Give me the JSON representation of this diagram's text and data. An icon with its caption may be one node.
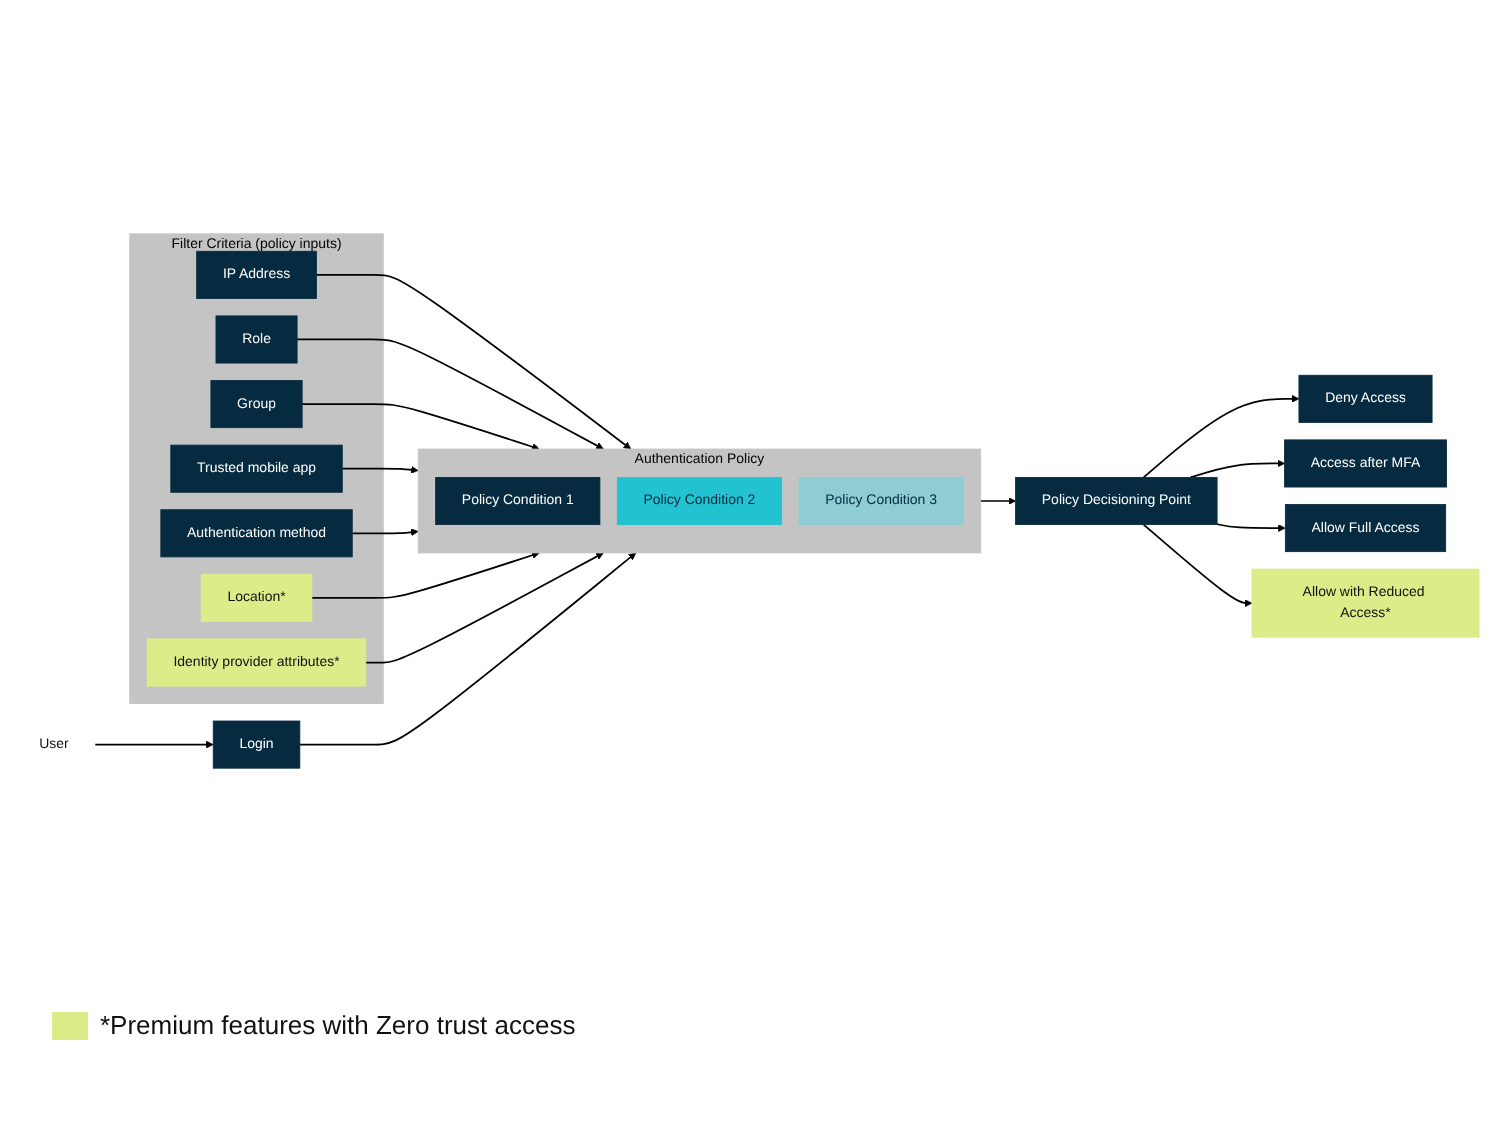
{
  "diagram": {
    "nodes": [
      {
        "text": [
          "Filter Criteria (policy inputs)"
        ]
      },
      {
        "text": [
          "IP Address"
        ],
        "in": 0
      },
      {
        "text": [
          "Role"
        ],
        "in": 0
      },
      {
        "text": [
          "Group"
        ],
        "in": 0
      },
      {
        "text": [
          "Trusted mobile app"
        ],
        "in": 0
      },
      {
        "text": [
          "Authentication method"
        ],
        "in": 0
      },
      {
        "text": [
          "Location*"
        ],
        "in": 0
      },
      {
        "text": [
          "Identity provider attributes*"
        ],
        "in": 0
      },
      {
        "text": [
          "Authentication Policy"
        ]
      },
      {
        "text": [
          "Policy Condition 1"
        ],
        "in": 8
      },
      {
        "text": [
          "Policy Condition 2"
        ],
        "in": 8
      },
      {
        "text": [
          "Policy Condition 3"
        ],
        "in": 8
      },
      {
        "text": [
          "User"
        ]
      },
      {
        "text": [
          "Login"
        ]
      },
      {
        "text": [
          "Policy Decisioning Point"
        ]
      },
      {
        "text": [
          "Deny Access"
        ]
      },
      {
        "text": [
          "Access after MFA"
        ]
      },
      {
        "text": [
          "Allow Full Access"
        ]
      },
      {
        "text": [
          "Allow with Reduced Access*"
        ]
      }
    ],
    "edges": [
      {
        "from": 1,
        "to": 8,
        "arrow": "to"
      },
      {
        "from": 2,
        "to": 8,
        "arrow": "to"
      },
      {
        "from": 3,
        "to": 8,
        "arrow": "to"
      },
      {
        "from": 4,
        "to": 8,
        "arrow": "to"
      },
      {
        "from": 5,
        "to": 8,
        "arrow": "to"
      },
      {
        "from": 6,
        "to": 8,
        "arrow": "to"
      },
      {
        "from": 7,
        "to": 8,
        "arrow": "to"
      },
      {
        "from": 12,
        "to": 13,
        "arrow": "to"
      },
      {
        "from": 13,
        "to": 8,
        "arrow": "to"
      },
      {
        "from": 8,
        "to": 14,
        "arrow": "to"
      },
      {
        "from": 14,
        "to": 15,
        "arrow": "to"
      },
      {
        "from": 14,
        "to": 16,
        "arrow": "to"
      },
      {
        "from": 14,
        "to": 17,
        "arrow": "to"
      },
      {
        "from": 14,
        "to": 18,
        "arrow": "to"
      }
    ],
    "legend": [
      {
        "text": "*Premium features with Zero trust access",
        "color": "#dcec88"
      }
    ]
  }
}
